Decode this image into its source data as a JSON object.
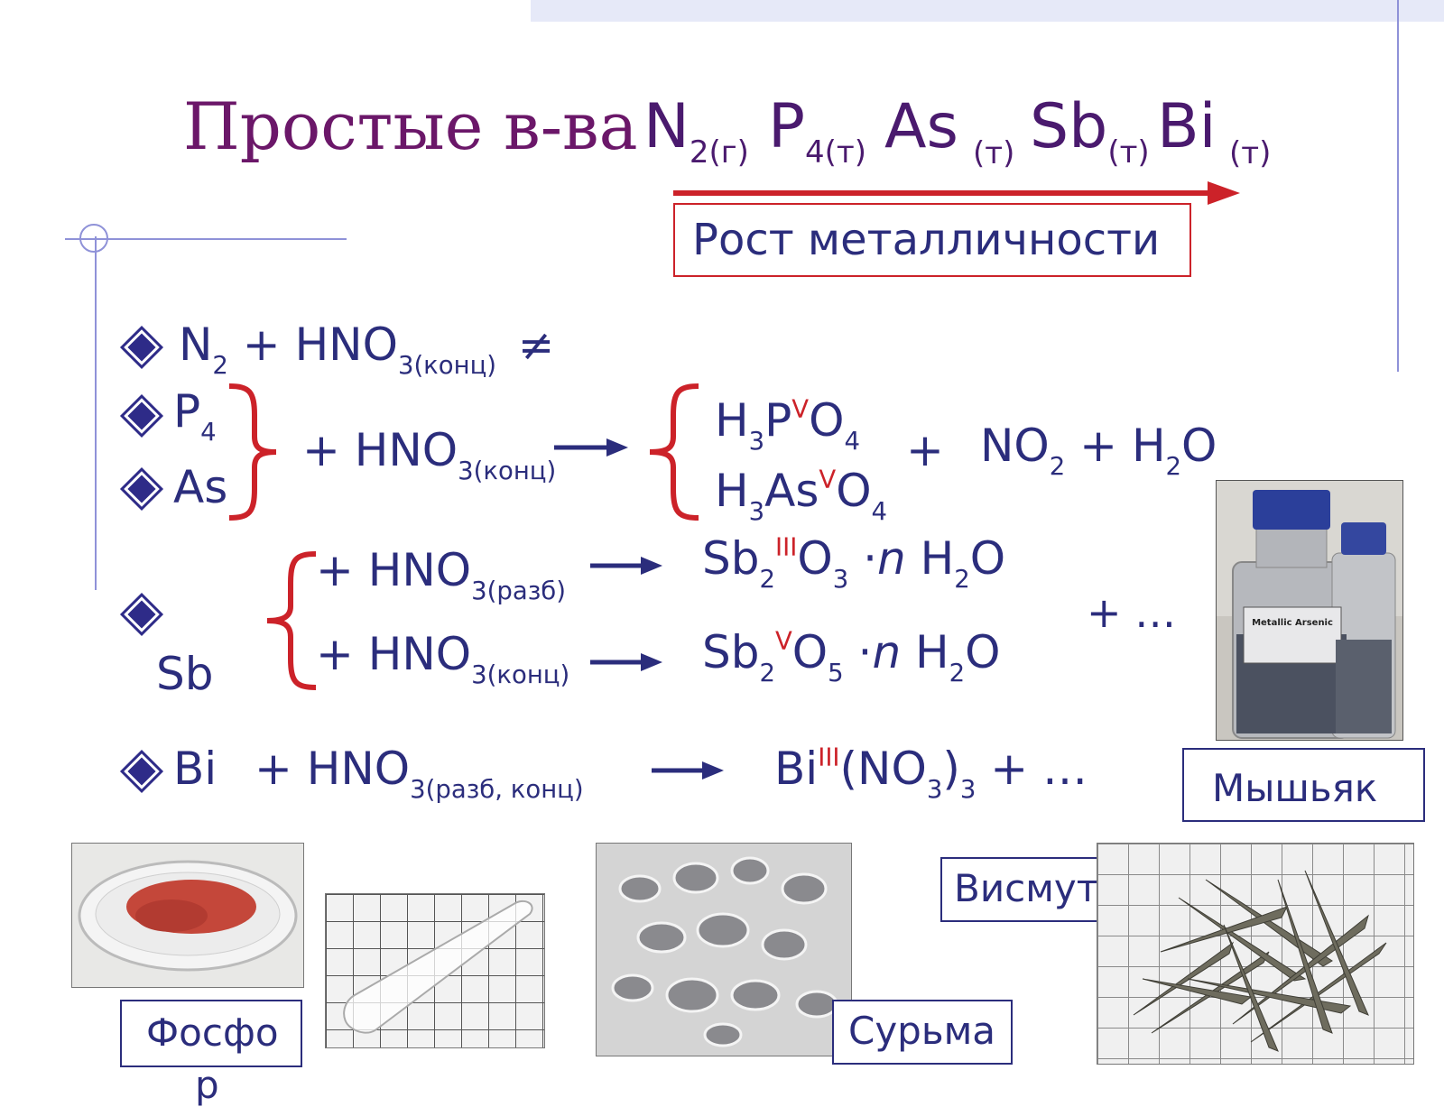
{
  "colors": {
    "title_purple": "#6b1769",
    "formula_purple": "#4a1a6e",
    "navy": "#2b2d7c",
    "accent_red": "#cc2229",
    "bar": "#e6e9f8",
    "rule": "#8f92d8"
  },
  "title": {
    "label": "Простые в-ва",
    "n_sym": "N",
    "n_sub": "2(г)",
    "p_sym": "P",
    "p_sub": "4(т)",
    "as_sym": "As",
    "as_state": "(т)",
    "sb_sym": "Sb",
    "sb_sub": "(т)",
    "bi_sym": "Bi",
    "bi_state": "(т)"
  },
  "growth": {
    "label": "Рост металличности"
  },
  "row_n": {
    "n": "N",
    "n_sub": "2",
    "plus_acid": " + HNO",
    "acid_sub": "3(конц)",
    "neq": "≠"
  },
  "row_p_as": {
    "p": "P",
    "p_sub": "4",
    "as": "As",
    "plus_acid": "+ HNO",
    "acid_sub": "3(конц)",
    "prod1_a": "H",
    "prod1_a_sub": "3",
    "prod1_b": "P",
    "prod1_b_sup": "V",
    "prod1_c": "O",
    "prod1_c_sub": "4",
    "prod2_a": "H",
    "prod2_a_sub": "3",
    "prod2_b": "As",
    "prod2_b_sup": "V",
    "prod2_c": "O",
    "prod2_c_sub": "4",
    "plus": "+",
    "extra_a": "NO",
    "extra_a_sub": "2",
    "extra_b": " + H",
    "extra_b_sub": "2",
    "extra_c": "O"
  },
  "row_sb": {
    "sb": "Sb",
    "r1_acid": "+ HNO",
    "r1_sub": "3(разб)",
    "r1_p_a": "Sb",
    "r1_p_a_sub": "2",
    "r1_p_a_sup": "III",
    "r1_p_b": "O",
    "r1_p_b_sub": "3",
    "r1_p_c": " ·",
    "r1_p_n": "n",
    "r1_p_d": " H",
    "r1_p_d_sub": "2",
    "r1_p_e": "O",
    "r2_acid": "+ HNO",
    "r2_sub": "3(конц)",
    "r2_p_a": "Sb",
    "r2_p_a_sub": "2",
    "r2_p_a_sup": "V",
    "r2_p_b": "O",
    "r2_p_b_sub": "5",
    "r2_p_c": " ·",
    "r2_p_n": "n",
    "r2_p_d": " H",
    "r2_p_d_sub": "2",
    "r2_p_e": "O",
    "tail": "+ …"
  },
  "row_bi": {
    "bi": "Bi",
    "plus_acid": "+ HNO",
    "acid_sub": "3(разб, конц)",
    "p_a": "Bi",
    "p_a_sup": "III",
    "p_b": "(NO",
    "p_b_sub": "3",
    "p_c": ")",
    "p_c_sub": "3",
    "p_d": " + …"
  },
  "photos": {
    "arsenic_label": "Metallic Arsenic",
    "captions": {
      "arsenic": "Мышьяк",
      "phosphorus_1": "Фосфо",
      "phosphorus_2": "р",
      "antimony": "Сурьма",
      "bismuth": "Висмут"
    }
  }
}
